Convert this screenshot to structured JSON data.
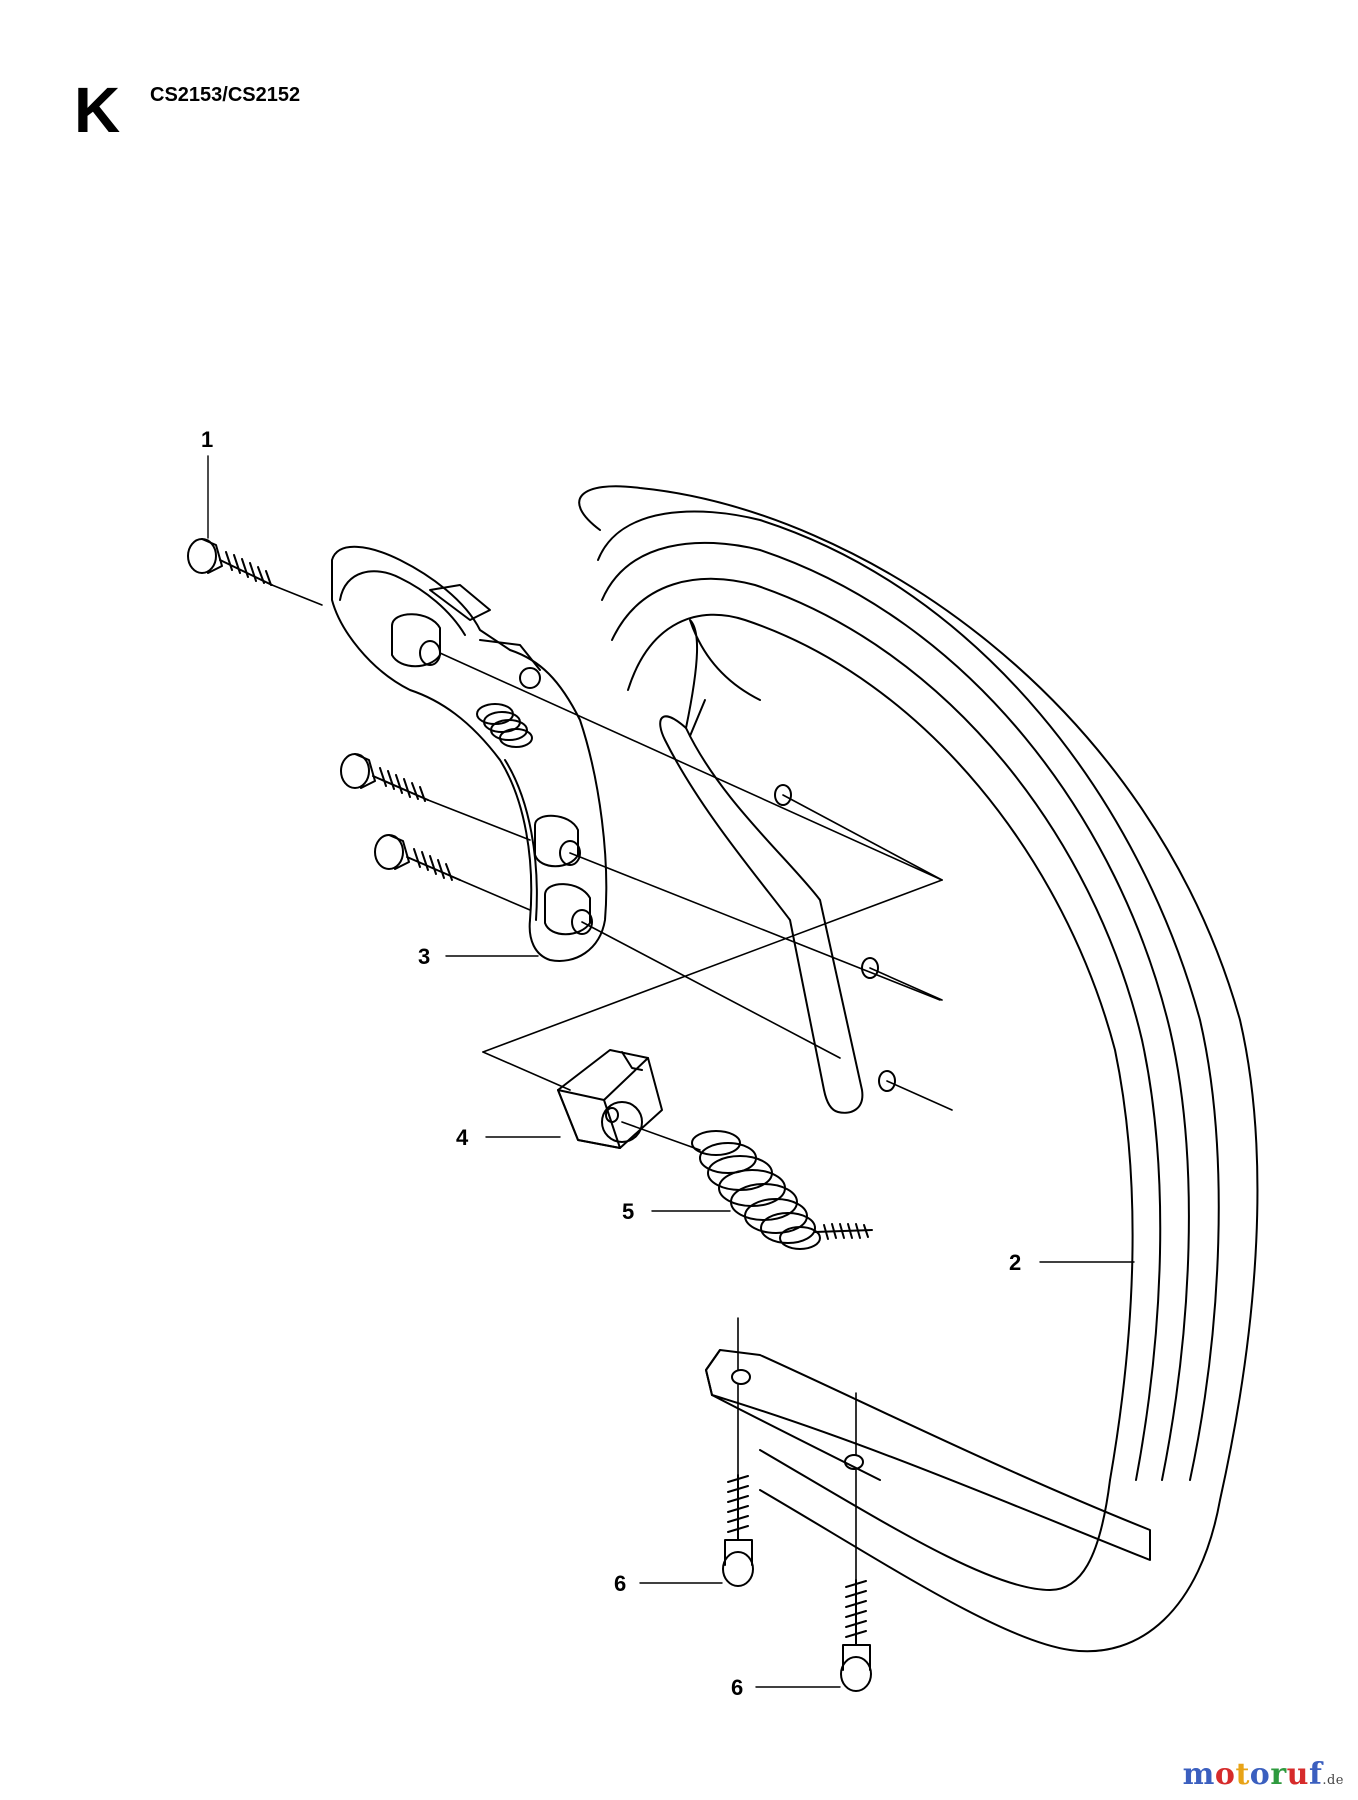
{
  "header": {
    "section_letter": "K",
    "model": "CS2153/CS2152"
  },
  "callouts": [
    {
      "id": "1",
      "label": "1"
    },
    {
      "id": "2",
      "label": "2"
    },
    {
      "id": "3",
      "label": "3"
    },
    {
      "id": "4",
      "label": "4"
    },
    {
      "id": "5",
      "label": "5"
    },
    {
      "id": "6a",
      "label": "6"
    },
    {
      "id": "6b",
      "label": "6"
    }
  ],
  "watermark": {
    "letters": [
      {
        "char": "m",
        "color": "#3b5fbf"
      },
      {
        "char": "o",
        "color": "#d62b2b"
      },
      {
        "char": "t",
        "color": "#e8a317"
      },
      {
        "char": "o",
        "color": "#3b5fbf"
      },
      {
        "char": "r",
        "color": "#2e9a3e"
      },
      {
        "char": "u",
        "color": "#d62b2b"
      },
      {
        "char": "f",
        "color": "#3b5fbf"
      }
    ],
    "suffix": ".de"
  }
}
